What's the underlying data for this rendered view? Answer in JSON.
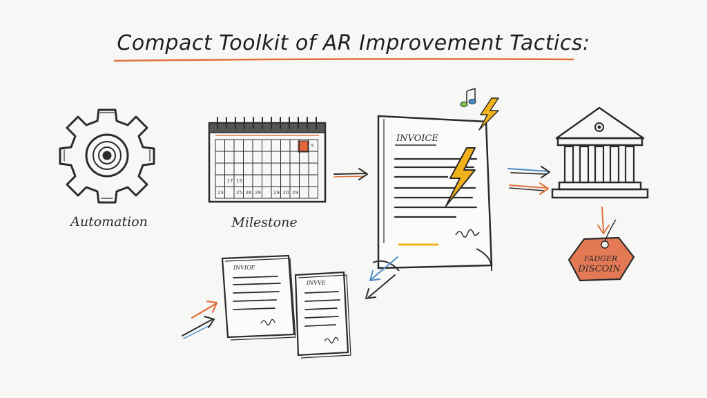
{
  "title": "Compact Toolkit of AR Improvement Tactics:",
  "nodes": {
    "automation": {
      "label": "Automation"
    },
    "milestone": {
      "label": "Milestone"
    },
    "invoice": {
      "label": "INVOICE"
    },
    "small_invoice_1": {
      "label": "INVIOE"
    },
    "small_invoice_2": {
      "label": "INVVE"
    },
    "discount_tag": {
      "line1": "FADGER",
      "line2": "DISCOIN"
    }
  },
  "calendar": {
    "rows": [
      [
        "",
        "",
        "",
        "",
        "",
        "",
        "",
        "",
        "",
        "",
        "5"
      ],
      [
        "",
        "",
        "",
        "",
        "",
        "",
        "",
        "",
        "",
        "",
        ""
      ],
      [
        "",
        "",
        "",
        "",
        "",
        "",
        "",
        "",
        "",
        "",
        ""
      ],
      [
        "",
        "17",
        "15",
        "",
        "",
        "",
        "",
        "",
        "",
        "",
        ""
      ],
      [
        "23",
        "",
        "25",
        "26",
        "29",
        "",
        "29",
        "20",
        "29",
        "",
        ""
      ]
    ]
  },
  "colors": {
    "ink": "#2b2b2b",
    "accent_orange": "#e0703c",
    "accent_blue": "#4a8cc9",
    "lightning": "#f2b21b",
    "tag_fill": "#e47a55",
    "calendar_highlight": "#e8643a"
  },
  "icons": [
    "gear-icon",
    "calendar-icon",
    "invoice-icon",
    "lightning-icon",
    "bank-icon",
    "price-tag-icon",
    "arrow-icon"
  ]
}
